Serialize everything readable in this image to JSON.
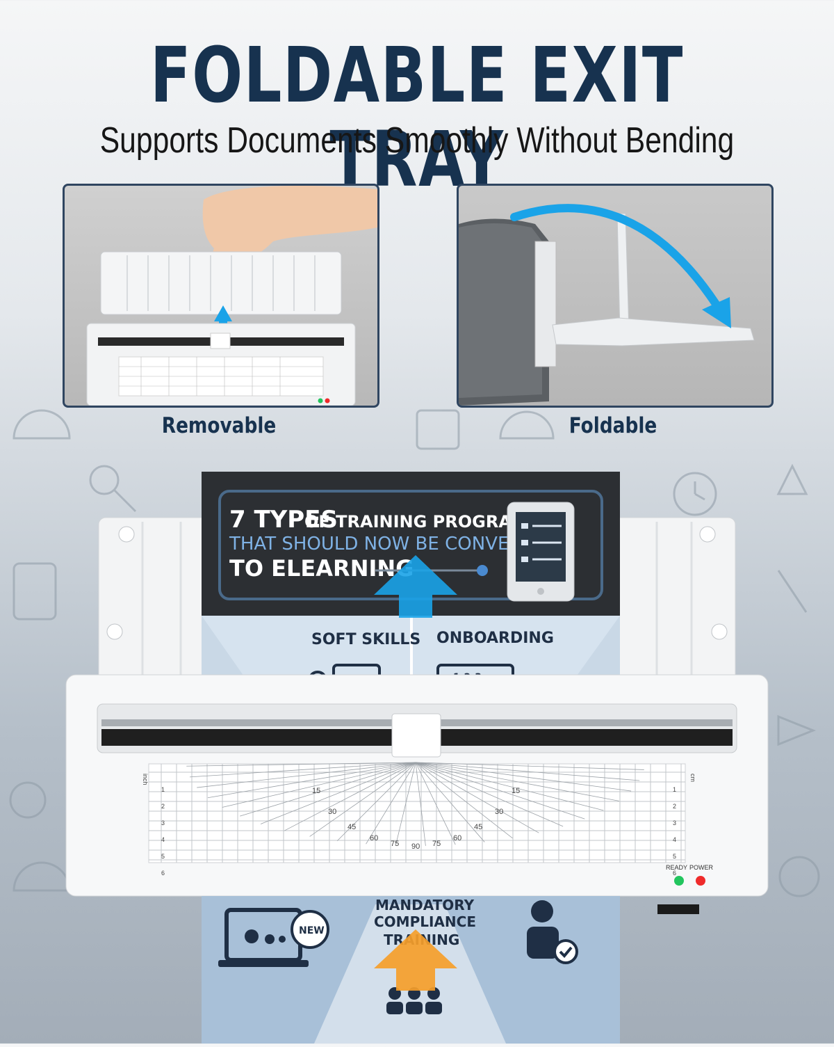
{
  "header": {
    "title": "FOLDABLE EXIT TRAY",
    "subtitle": "Supports Documents Smoothly Without Bending"
  },
  "panels": [
    {
      "caption": "Removable"
    },
    {
      "caption": "Foldable"
    }
  ],
  "document": {
    "banner_line1_bold": "7 TYPES",
    "banner_line1_rest": " OF TRAINING PROGRAMS",
    "banner_line2": "THAT SHOULD NOW BE CONVERTED",
    "banner_line3": "TO ELEARNING",
    "section_left": "SOFT SKILLS",
    "section_right": "ONBOARDING",
    "lower_title_top": "MANDATORY",
    "lower_title_mid": "COMPLIANCE",
    "lower_title_bottom": "TRAINING",
    "badge_new": "NEW",
    "steps": "1-2-3"
  },
  "device": {
    "ready_label": "READY",
    "power_label": "POWER",
    "ruler_unit_inch": "inch",
    "ruler_unit_cm": "cm",
    "angle_labels": [
      "15",
      "30",
      "45",
      "60",
      "75",
      "90",
      "75",
      "60",
      "45",
      "30",
      "15"
    ],
    "ruler_numbers": [
      "1",
      "2",
      "3",
      "4",
      "5",
      "6"
    ],
    "led_ready_color": "#22c55e",
    "led_power_color": "#ef2b2b"
  },
  "colors": {
    "title": "#17324f",
    "arrow_blue": "#1aa3e8",
    "arrow_orange": "#f59e2a"
  }
}
